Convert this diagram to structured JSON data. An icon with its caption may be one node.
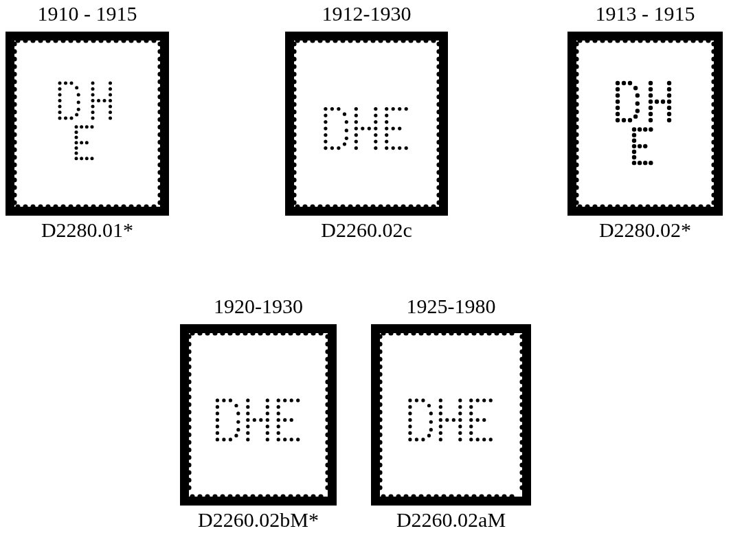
{
  "diagram": {
    "nodes": [
      {
        "text": [
          "1910 - 1915"
        ],
        "beside": [
          "D2280.01*"
        ]
      },
      {
        "text": [
          "1912-1930"
        ],
        "beside": [
          "D2260.02c"
        ]
      },
      {
        "text": [
          "1913 - 1915"
        ],
        "beside": [
          "D2280.02*"
        ]
      },
      {
        "text": [
          "1920-1930"
        ],
        "beside": [
          "D2260.02bM*"
        ]
      },
      {
        "text": [
          "1925-1980"
        ],
        "beside": [
          "D2260.02aM"
        ]
      }
    ]
  }
}
